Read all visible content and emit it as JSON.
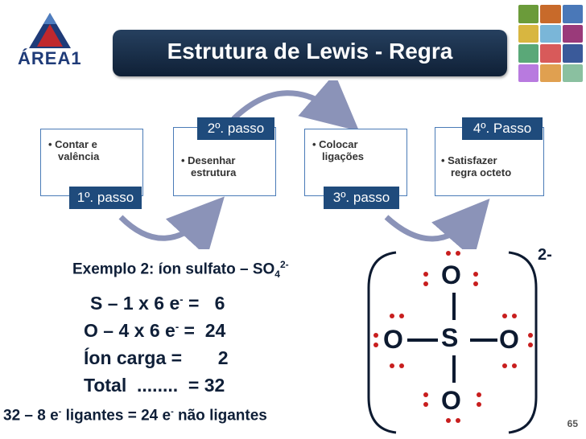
{
  "logo": {
    "text": "ÁREA1"
  },
  "title": "Estrutura de Lewis - Regra",
  "steps": [
    {
      "tab": "1º. passo",
      "lines": [
        "Contar e",
        "valência"
      ]
    },
    {
      "tab": "2º. passo",
      "lines": [
        "Desenhar",
        "estrutura"
      ]
    },
    {
      "tab": "3º. passo",
      "lines": [
        "Colocar",
        "ligações"
      ]
    },
    {
      "tab": "4º. Passo",
      "lines": [
        "Satisfazer",
        "regra octeto"
      ]
    }
  ],
  "example": {
    "heading": "Exemplo 2: íon sulfato – SO",
    "heading_sub": "4",
    "heading_sup": "2-",
    "rows": [
      {
        "label": "S – 1 x 6 e",
        "sup": "-",
        "eq": " =   6"
      },
      {
        "label": "O – 4 x 6 e",
        "sup": "-",
        "eq": " =  24"
      },
      {
        "label": "Íon carga =",
        "sup": "",
        "eq": "       2"
      },
      {
        "label": "Total  ........",
        "sup": "",
        "eq": "  = 32"
      }
    ],
    "footer_a": "32 – 8 e",
    "footer_a_sup": "-",
    "footer_b": " ligantes = 24 e",
    "footer_b_sup": "-",
    "footer_c": " não ligantes"
  },
  "lewis": {
    "charge": "2-",
    "center": "S",
    "top": "O",
    "left": "O",
    "right": "O",
    "bottom": "O"
  },
  "page_number": "65",
  "colors": {
    "title_bg": "#1b3050",
    "tab_bg": "#1f4b7c",
    "electron_dot": "#c81e1e"
  }
}
